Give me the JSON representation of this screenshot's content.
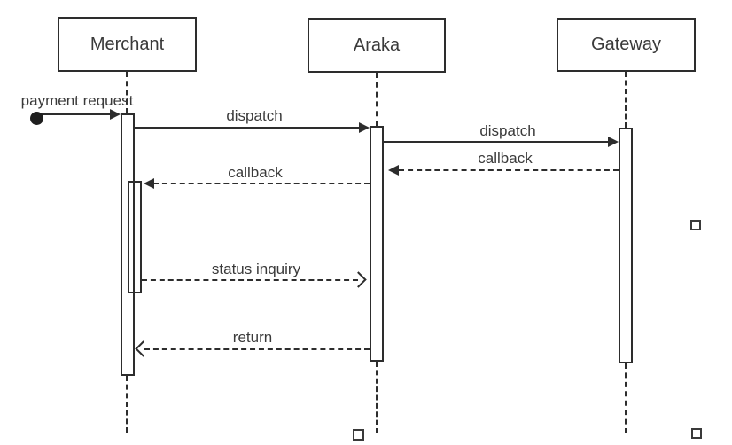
{
  "colors": {
    "background": "#ffffff",
    "stroke": "#2d2d2d",
    "text": "#3a3a3a"
  },
  "actors": [
    {
      "name": "Merchant"
    },
    {
      "name": "Araka"
    },
    {
      "name": "Gateway"
    }
  ],
  "messages": [
    {
      "label": "payment request",
      "from": "start-node",
      "to": "Merchant",
      "line": "solid",
      "arrowhead": "filled-right"
    },
    {
      "label": "dispatch",
      "from": "Merchant",
      "to": "Araka",
      "line": "solid",
      "arrowhead": "filled-right"
    },
    {
      "label": "dispatch",
      "from": "Araka",
      "to": "Gateway",
      "line": "solid",
      "arrowhead": "filled-right"
    },
    {
      "label": "callback",
      "from": "Gateway",
      "to": "Araka",
      "line": "dashed",
      "arrowhead": "filled-left"
    },
    {
      "label": "callback",
      "from": "Araka",
      "to": "Merchant",
      "line": "dashed",
      "arrowhead": "filled-left"
    },
    {
      "label": "status inquiry",
      "from": "Merchant",
      "to": "Araka",
      "line": "dashed",
      "arrowhead": "open-right"
    },
    {
      "label": "return",
      "from": "Araka",
      "to": "Merchant",
      "line": "dashed",
      "arrowhead": "open-left"
    }
  ],
  "selection_handles": {
    "count": 3,
    "positions": [
      "right-middle",
      "bottom-center",
      "bottom-right"
    ]
  }
}
